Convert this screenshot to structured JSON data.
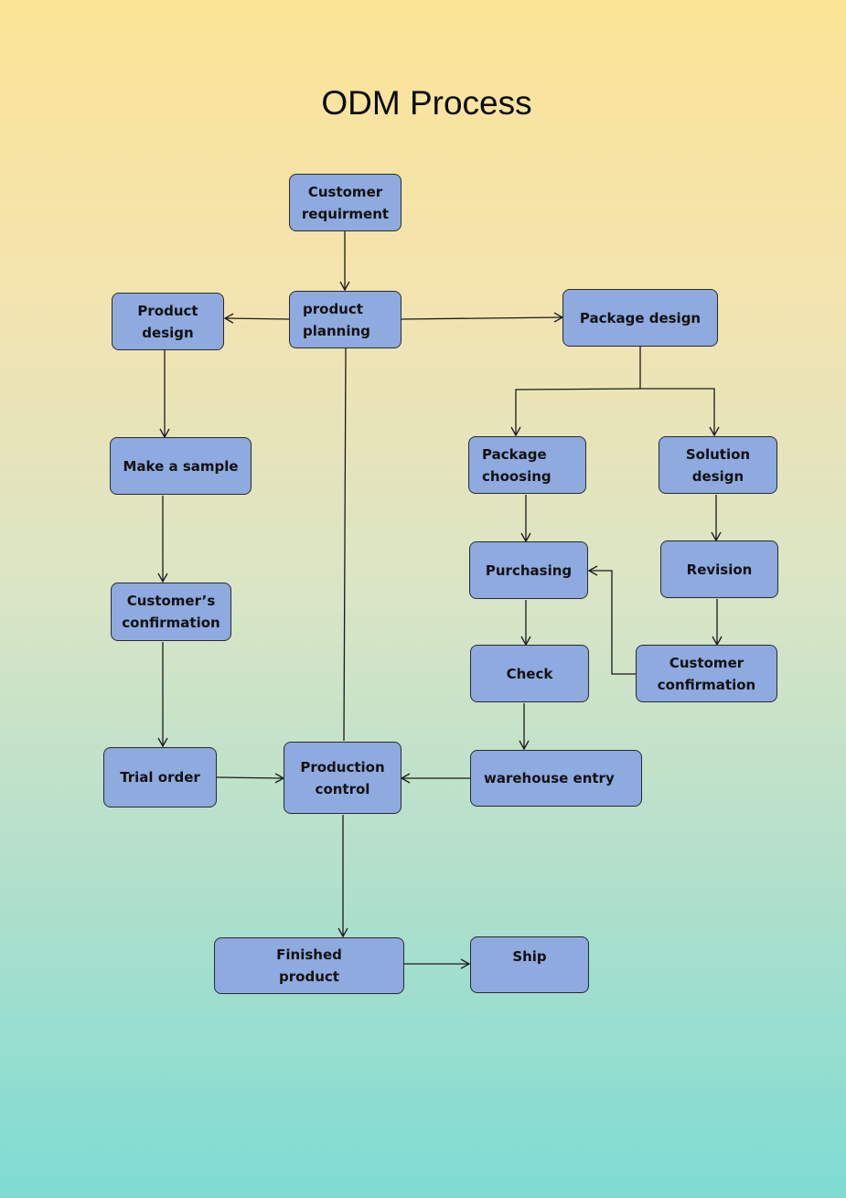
{
  "title": "ODM Process",
  "nodes": {
    "customer_requirment": "Customer\nrequirment",
    "product_planning": "product\nplanning",
    "product_design": "Product\ndesign",
    "package_design": "Package design",
    "make_a_sample": "Make a sample",
    "package_choosing": "Package\nchoosing",
    "solution_design": "Solution\ndesign",
    "customers_confirmation": "Customer’s\nconfirmation",
    "purchasing": "Purchasing",
    "revision": "Revision",
    "check": "Check",
    "customer_confirmation": "Customer\nconfirmation",
    "trial_order": "Trial order",
    "production_control": "Production\ncontrol",
    "warehouse_entry": "warehouse entry",
    "finished_product": "Finished\nproduct",
    "ship": "Ship"
  },
  "edges": [
    [
      "customer_requirment",
      "product_planning"
    ],
    [
      "product_planning",
      "product_design"
    ],
    [
      "product_planning",
      "package_design"
    ],
    [
      "product_planning",
      "production_control"
    ],
    [
      "product_design",
      "make_a_sample"
    ],
    [
      "package_design",
      "package_choosing"
    ],
    [
      "package_design",
      "solution_design"
    ],
    [
      "make_a_sample",
      "customers_confirmation"
    ],
    [
      "package_choosing",
      "purchasing"
    ],
    [
      "solution_design",
      "revision"
    ],
    [
      "customers_confirmation",
      "trial_order"
    ],
    [
      "revision",
      "customer_confirmation"
    ],
    [
      "customer_confirmation",
      "purchasing"
    ],
    [
      "purchasing",
      "check"
    ],
    [
      "check",
      "warehouse_entry"
    ],
    [
      "trial_order",
      "production_control"
    ],
    [
      "warehouse_entry",
      "production_control"
    ],
    [
      "production_control",
      "finished_product"
    ],
    [
      "finished_product",
      "ship"
    ]
  ],
  "colors": {
    "node_fill": "#8eaadf",
    "node_border": "#2a2a2a",
    "line": "#1a1a1a",
    "background_top": "#fbe496",
    "background_bottom": "#7edcd3"
  }
}
